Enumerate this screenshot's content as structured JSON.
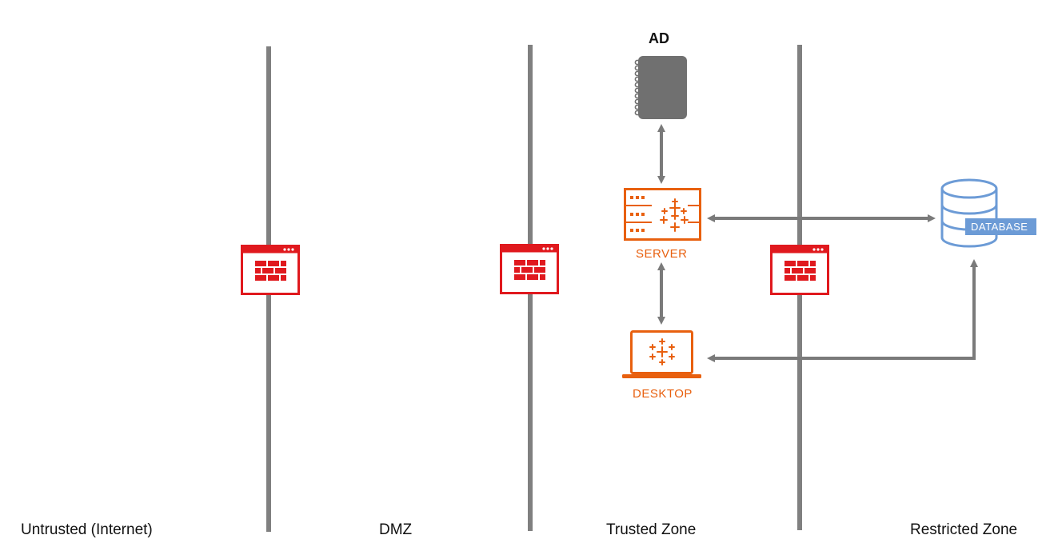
{
  "zones": [
    {
      "label": "Untrusted (Internet)"
    },
    {
      "label": "DMZ"
    },
    {
      "label": "Trusted Zone"
    },
    {
      "label": "Restricted Zone"
    }
  ],
  "nodes": {
    "ad": {
      "label": "AD",
      "icon": "notebook-icon",
      "color": "#707070"
    },
    "server": {
      "label": "SERVER",
      "icon": "server-icon",
      "color": "#E8600F"
    },
    "desktop": {
      "label": "DESKTOP",
      "icon": "laptop-icon",
      "color": "#E8600F"
    },
    "database": {
      "label": "DATABASE",
      "icon": "database-icon",
      "color": "#6C9BD6"
    }
  },
  "firewalls": {
    "icon": "firewall-icon",
    "color": "#E0191E",
    "count": 3
  },
  "connections": [
    {
      "from": "AD",
      "to": "SERVER",
      "direction": "bidirectional"
    },
    {
      "from": "SERVER",
      "to": "DESKTOP",
      "direction": "bidirectional"
    },
    {
      "from": "SERVER",
      "to": "DATABASE",
      "direction": "bidirectional"
    },
    {
      "from": "DESKTOP",
      "to": "DATABASE",
      "direction": "bidirectional"
    }
  ],
  "colors": {
    "boundary": "#808080",
    "arrow": "#7a7a7a"
  }
}
